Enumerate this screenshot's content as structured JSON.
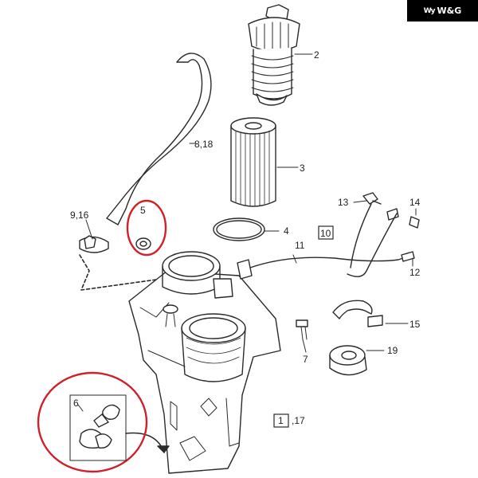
{
  "brand": {
    "logo_text": "W&G",
    "logo_mark": "Wy"
  },
  "labels": {
    "l1": "1",
    "l1b": ",17",
    "l2": "2",
    "l3": "3",
    "l4": "4",
    "l5": "5",
    "l6": "6",
    "l7": "7",
    "l8": "8,18",
    "l9": "9,16",
    "l10": "10",
    "l11": "11",
    "l12": "12",
    "l13": "13",
    "l14": "14",
    "l15": "15",
    "l19": "19"
  },
  "colors": {
    "highlight": "#d0202a",
    "line": "#2a2a2a",
    "fill": "#ffffff"
  }
}
